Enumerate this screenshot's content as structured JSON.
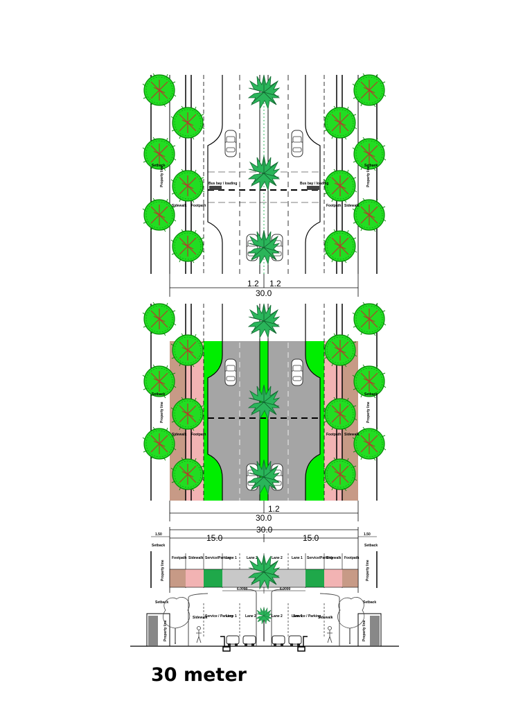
{
  "title": "30 meter",
  "colors": {
    "tree": "#22dd22",
    "palm": "#2ab55a",
    "setback": "#c79a86",
    "sidewalk": "#f2b3b3",
    "verge": "#00ee00",
    "road": "#a5a5a5",
    "section_green": "#1fa84a",
    "section_road": "#c8c8c8"
  },
  "plan_top": {
    "dims": {
      "median_left": "1.2",
      "median_right": "1.2",
      "total": "30.0"
    },
    "labels": {
      "left_line": "Property line",
      "right_line": "Property line",
      "left_set": "Setback",
      "right_set": "Setback",
      "left_walk": "Sidewalk",
      "right_walk": "Sidewalk",
      "left_foot": "Footpath",
      "right_foot": "Footpath",
      "left_bay": "Bus bay / loading",
      "right_bay": "Bus bay / loading"
    }
  },
  "plan_colored": {
    "dims": {
      "median": "1.2",
      "total": "30.0"
    },
    "labels": {
      "left_line": "Property line",
      "right_line": "Property line",
      "left_set": "Setback",
      "right_set": "Setback",
      "left_walk": "Sidewalk",
      "right_walk": "Sidewalk",
      "left_foot": "Footpath",
      "right_foot": "Footpath"
    }
  },
  "section_plan": {
    "dims": {
      "total": "30.0",
      "left_half": "15.0",
      "right_half": "15.0",
      "left_set": "1.50",
      "right_set": "1.50",
      "lane_left": "6.0000",
      "lane_right": "6.0000"
    },
    "labels": {
      "left_line": "Property line",
      "right_line": "Property line",
      "left_out": "Setback",
      "right_out": "Setback",
      "seg1": "Footpath",
      "seg2": "Sidewalk",
      "seg3": "Service/Parking",
      "seg4": "Lane 1",
      "seg5": "Lane 2",
      "seg6": "Lane 2",
      "seg7": "Lane 1",
      "seg8": "Service/Parking",
      "seg9": "Sidewalk",
      "seg10": "Footpath"
    }
  },
  "elevation": {
    "labels": {
      "left_set": "Setback",
      "right_set": "Setback",
      "left_line": "Property line",
      "right_line": "Property line",
      "left_walk": "Sidewalk",
      "right_walk": "Sidewalk",
      "left_park": "Service / Parking",
      "right_park": "Service / Parking",
      "lane1": "Lane 1",
      "lane2": "Lane 2",
      "lane3": "Lane 2",
      "lane4": "Lane 1"
    }
  }
}
